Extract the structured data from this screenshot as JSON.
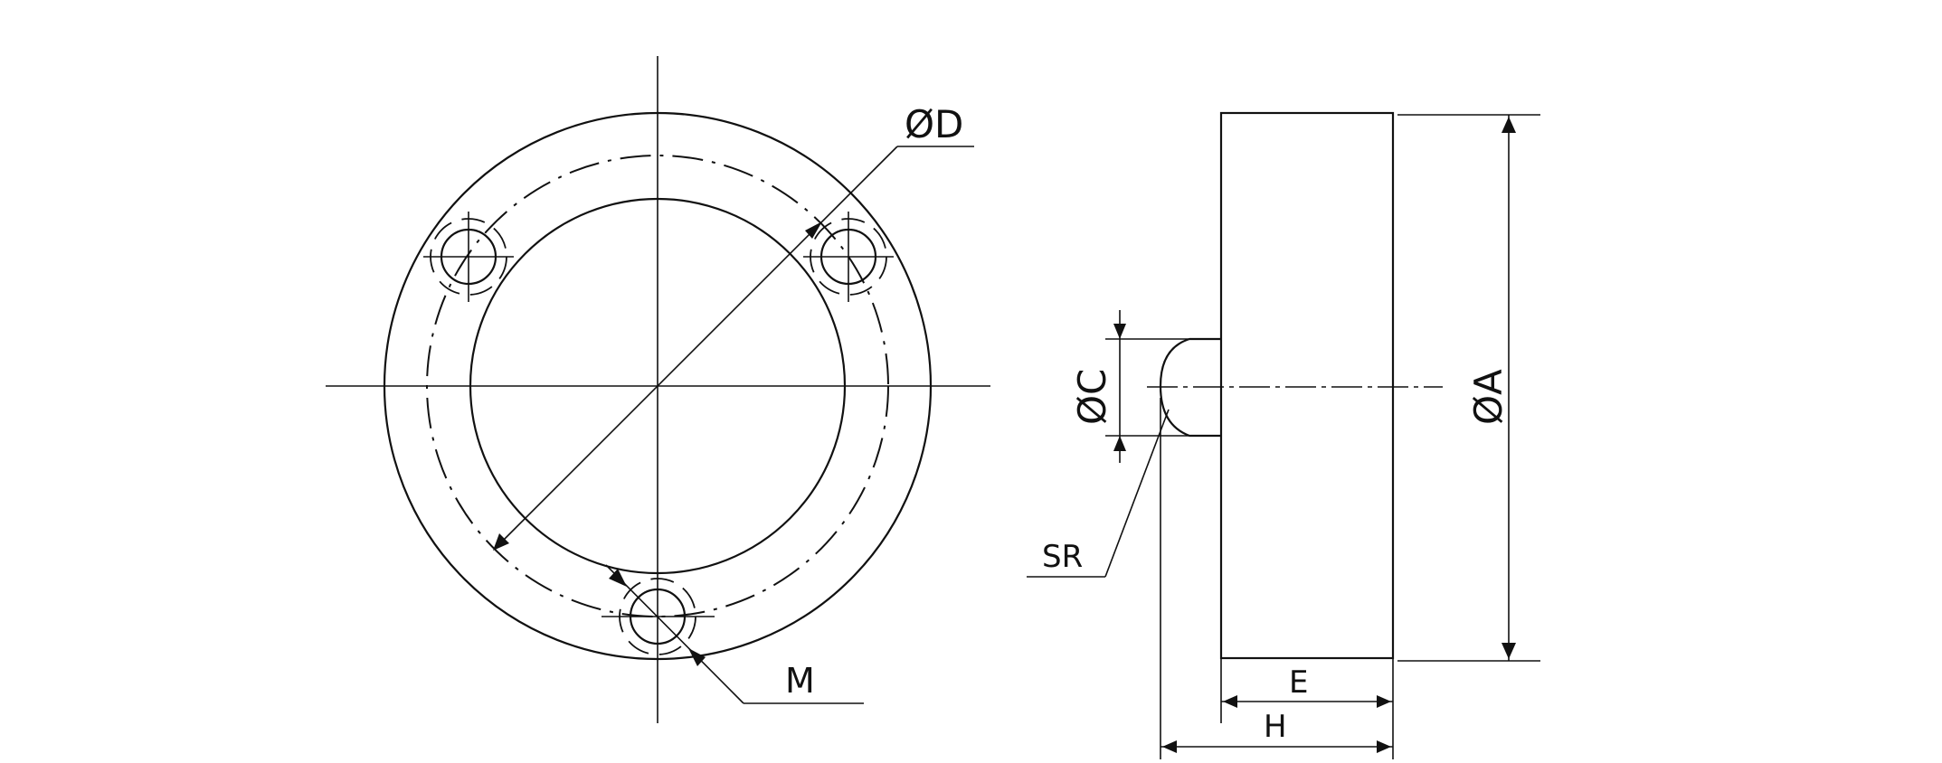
{
  "labels": {
    "dia_D": "ØD",
    "thread_M": "M",
    "dia_C": "ØC",
    "sphere_SR": "SR",
    "dia_A": "ØA",
    "len_E": "E",
    "len_H": "H"
  },
  "colors": {
    "line": "#111111",
    "background": "#ffffff"
  }
}
